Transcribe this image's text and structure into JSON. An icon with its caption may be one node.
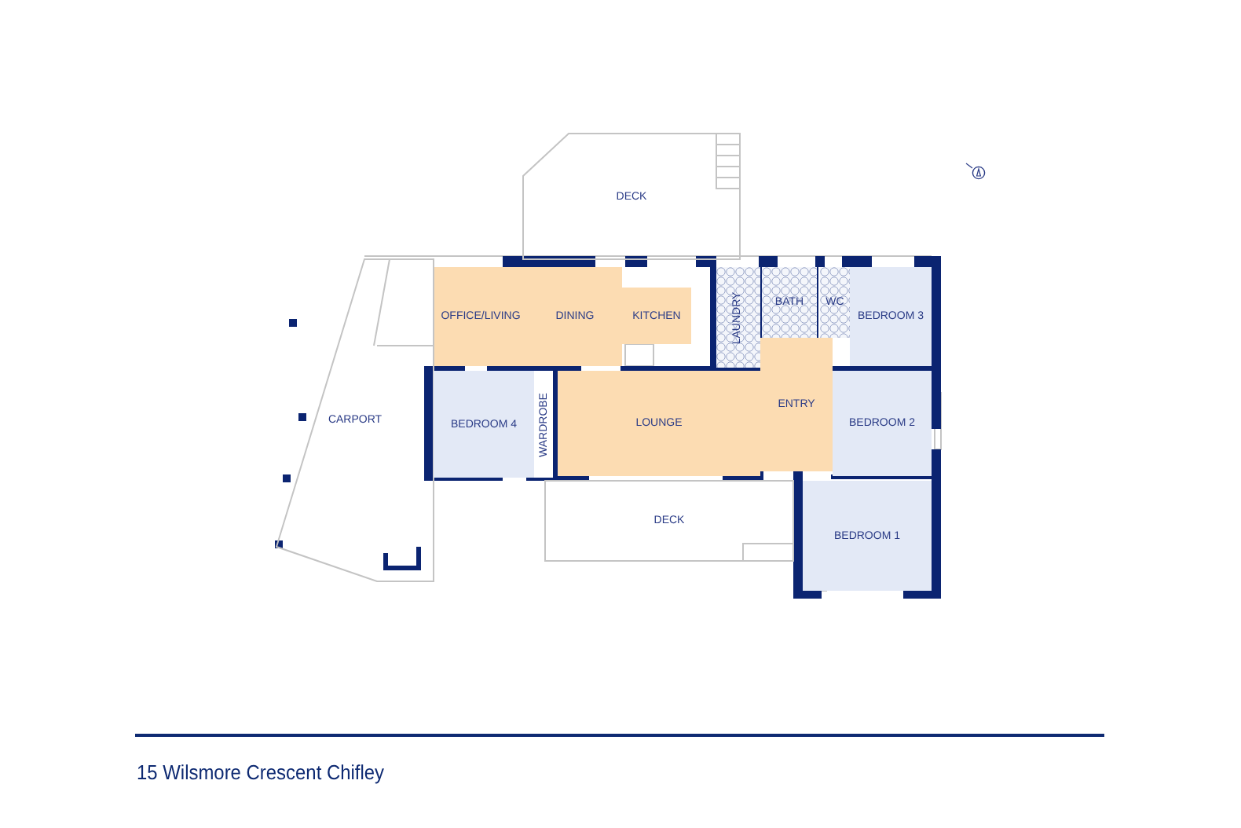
{
  "diagram": {
    "title": "15 Wilsmore Crescent Chifley",
    "nodes": [
      {
        "text": [
          "DECK"
        ]
      },
      {
        "text": [
          "OFFICE/LIVING"
        ]
      },
      {
        "text": [
          "DINING"
        ]
      },
      {
        "text": [
          "KITCHEN"
        ]
      },
      {
        "text": [
          "LAUNDRY"
        ]
      },
      {
        "text": [
          "BATH"
        ]
      },
      {
        "text": [
          "WC"
        ]
      },
      {
        "text": [
          "BEDROOM 3"
        ]
      },
      {
        "text": [
          "CARPORT"
        ]
      },
      {
        "text": [
          "BEDROOM 4"
        ]
      },
      {
        "text": [
          "WARDROBE"
        ]
      },
      {
        "text": [
          "LOUNGE"
        ]
      },
      {
        "text": [
          "ENTRY"
        ]
      },
      {
        "text": [
          "BEDROOM 2"
        ]
      },
      {
        "text": [
          "DECK"
        ]
      },
      {
        "text": [
          "BEDROOM 1"
        ]
      }
    ]
  }
}
